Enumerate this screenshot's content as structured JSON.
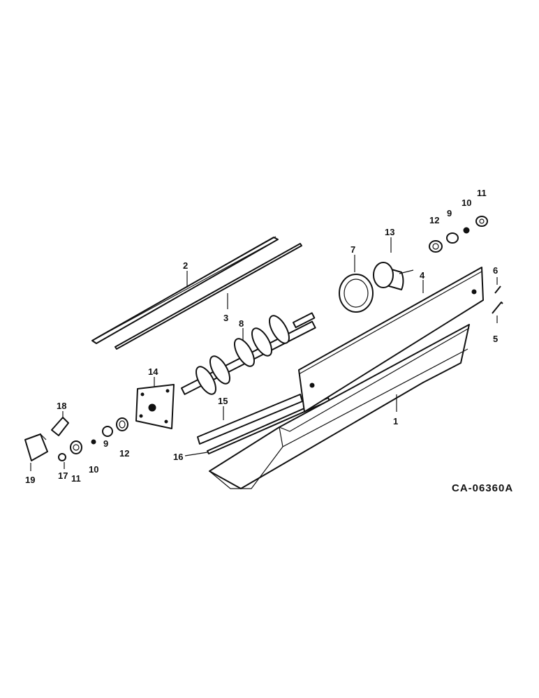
{
  "drawing_code": "CA-06360A",
  "callouts": {
    "c1": "1",
    "c2": "2",
    "c3": "3",
    "c4": "4",
    "c5": "5",
    "c6": "6",
    "c7": "7",
    "c8": "8",
    "c9a": "9",
    "c9b": "9",
    "c10a": "10",
    "c10b": "10",
    "c11a": "11",
    "c11b": "11",
    "c12a": "12",
    "c12b": "12",
    "c13": "13",
    "c14": "14",
    "c15": "15",
    "c16": "16",
    "c17": "17",
    "c18": "18",
    "c19": "19"
  }
}
